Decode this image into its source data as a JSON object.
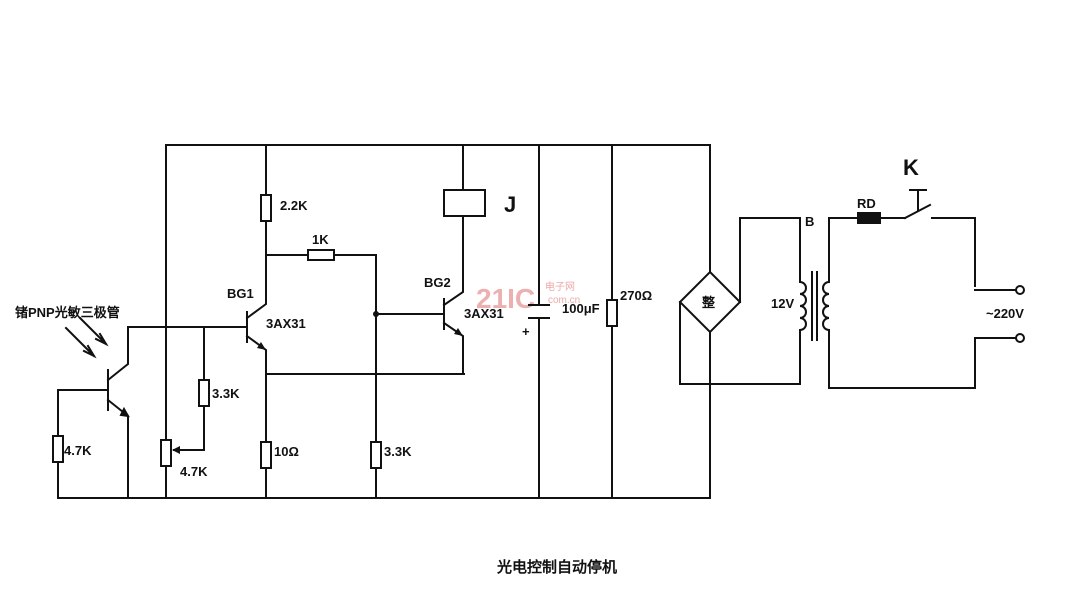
{
  "title": "光电控制自动停机",
  "labels": {
    "sensor": "锗PNP光敏三极管",
    "r_sensor": "4.7K",
    "pot": "4.7K",
    "r_bias": "3.3K",
    "r_collector": "2.2K",
    "r_coupling": "1K",
    "r_emitter": "10Ω",
    "r_base2": "3.3K",
    "q1_name": "BG1",
    "q1_type": "3AX31",
    "q2_name": "BG2",
    "q2_type": "3AX31",
    "relay": "J",
    "cap": "100μF",
    "cap_plus": "+",
    "r_load": "270Ω",
    "bridge": "整",
    "transformer": "B",
    "sec_voltage": "12V",
    "fuse": "RD",
    "switch": "K",
    "mains": "~220V"
  },
  "watermark": {
    "logo": "21IC",
    "sub1": "电子网",
    "sub2": "com.cn"
  }
}
